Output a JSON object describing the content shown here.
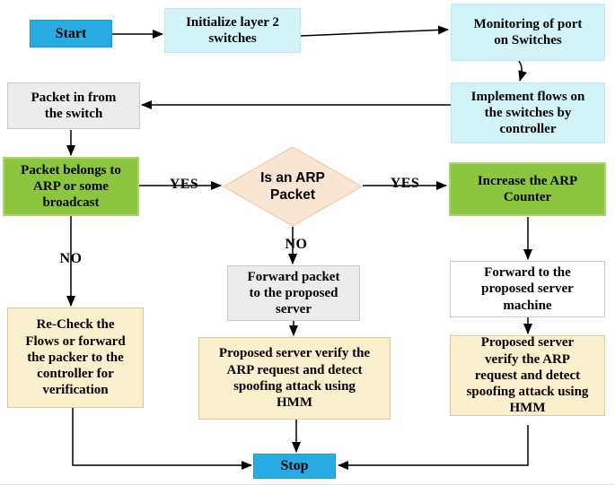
{
  "title": "ARP spoofing detection flowchart",
  "colors": {
    "terminal_blue": "#29ABE2",
    "process_cyan": "#D2F4F9",
    "process_gray": "#ECECEC",
    "process_green": "#8CC63F",
    "process_yellow": "#FBF0CD",
    "decision_peach": "#FAE5D3",
    "arrow_black": "#000000"
  },
  "nodes": {
    "start": {
      "label": "Start"
    },
    "init_switches": {
      "label": "Initialize layer 2\nswitches"
    },
    "monitoring": {
      "label": "Monitoring of port\non Switches"
    },
    "implement_flows": {
      "label": "Implement flows on\nthe switches by\ncontroller"
    },
    "packet_in": {
      "label": "Packet in from\nthe switch"
    },
    "packet_belongs": {
      "label": "Packet belongs to\nARP or some\nbroadcast"
    },
    "is_arp": {
      "label": "Is an ARP\nPacket"
    },
    "increase_counter": {
      "label": "Increase the ARP\nCounter"
    },
    "forward_packet": {
      "label": "Forward packet\nto the proposed\nserver"
    },
    "forward_machine": {
      "label": "Forward to the\nproposed server\nmachine"
    },
    "recheck": {
      "label": "Re-Check the\nFlows or forward\nthe packer to the\ncontroller for\nverification"
    },
    "verify_mid": {
      "label": "Proposed server verify the\nARP request and detect\nspoofing attack using\nHMM"
    },
    "verify_right": {
      "label": "Proposed server\nverify the ARP\nrequest and detect\nspoofing attack using\nHMM"
    },
    "stop": {
      "label": "Stop"
    }
  },
  "edge_labels": {
    "yes_left": "YES",
    "yes_right": "YES",
    "no_left": "NO",
    "no_mid": "NO"
  }
}
